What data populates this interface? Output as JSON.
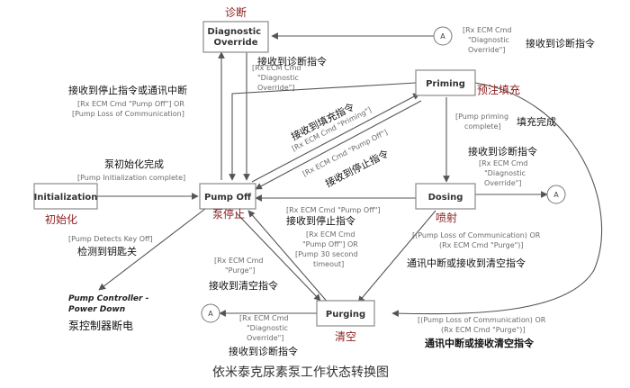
{
  "states": {
    "diagnostic_override": "Diagnostic Override",
    "priming": "Priming",
    "initialization": "Initialization",
    "pump_off": "Pump Off",
    "dosing": "Dosing",
    "purging": "Purging",
    "pump_controller_power_down": "Pump Controller - Power Down"
  },
  "cn_labels": {
    "diagnostic_override": "诊断",
    "priming": "预注填充",
    "initialization": "初始化",
    "pump_off": "泵停止",
    "dosing": "喷射",
    "purging": "清空",
    "power_down": "泵控制器断电"
  },
  "connector_label": "A",
  "transitions": {
    "a_to_diag_en": "[Rx ECM Cmd \"Diagnostic Override\"]",
    "a_to_diag_cn": "接收到诊断指令",
    "diag_to_pumpoff_en": "[Rx ECM Cmd \"Diagnostic Override\"]",
    "diag_to_pumpoff_cn": "接收到诊断指令",
    "priming_to_pumpoff_cn": "接收到停止指令或通讯中断",
    "priming_to_pumpoff_en1": "[Rx ECM Cmd \"Pump Off\"] OR",
    "priming_to_pumpoff_en2": "[Pump Loss of Communication]",
    "pumpoff_to_priming_cn": "接收到填充指令",
    "pumpoff_to_priming_en": "[Rx ECM Cmd \"Priming\"]",
    "priming_back_en": "[Rx ECM Cmd \"Pump Off\"]",
    "priming_back_cn": "接收到停止指令",
    "init_to_pumpoff_cn": "泵初始化完成",
    "init_to_pumpoff_en": "[Pump Initialization complete]",
    "priming_to_dosing_en1": "[Pump priming",
    "priming_to_dosing_en2": "complete]",
    "priming_to_dosing_cn": "填充完成",
    "dosing_to_a_cn": "接收到诊断指令",
    "dosing_to_a_en": "[Rx ECM Cmd \"Diagnostic Override\"]",
    "dosing_to_pumpoff_en": "[Rx ECM Cmd \"Pump Off\"]",
    "dosing_to_pumpoff_cn": "接收到停止指令",
    "purging_to_pumpoff_en1": "[Rx ECM Cmd",
    "purging_to_pumpoff_en2": "\"Pump Off\"] OR",
    "purging_to_pumpoff_en3": "[Pump 30 second",
    "purging_to_pumpoff_en4": "timeout]",
    "dosing_to_purging_en1": "[(Pump Loss of Communication) OR",
    "dosing_to_purging_en2": "(Rx ECM Cmd \"Purge\")]",
    "dosing_to_purging_cn": "通讯中断或接收到清空指令",
    "pumpoff_to_powerdown_en": "[Pump Detects Key Off]",
    "pumpoff_to_powerdown_cn": "检测到钥匙关",
    "pumpoff_to_purging_en1": "[Rx ECM Cmd",
    "pumpoff_to_purging_en2": "\"Purge\"]",
    "pumpoff_to_purging_cn": "接收到清空指令",
    "priming_to_purging_en1": "[(Pump Loss of Communication) OR",
    "priming_to_purging_en2": "(Rx ECM Cmd \"Purge\")]",
    "priming_to_purging_cn": "通讯中断或接收清空指令",
    "purging_to_a_en": "[Rx ECM Cmd \"Diagnostic Override\"]",
    "purging_to_a_cn": "接收到诊断指令"
  },
  "caption": "依米泰克尿素泵工作状态转换图"
}
